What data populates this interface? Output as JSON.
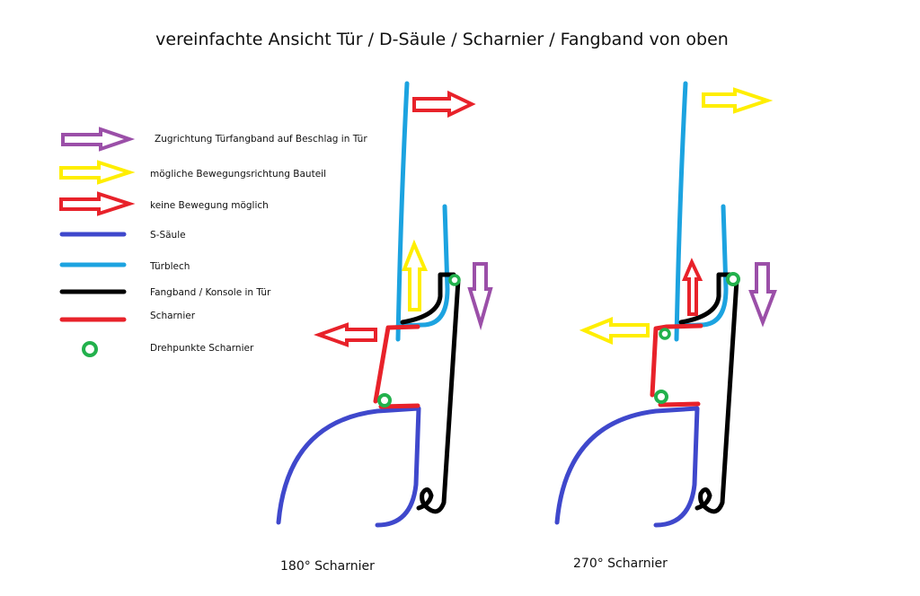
{
  "title": "vereinfachte Ansicht Tür / D-Säule / Scharnier / Fangband von oben",
  "colors": {
    "purple": "#9b4fa8",
    "yellow": "#ffee00",
    "red": "#e8222a",
    "s_saeule": "#3f48cc",
    "tuerblech": "#1ca3e0",
    "fangband": "#000000",
    "drehpunkt": "#22b14c"
  },
  "legend": [
    {
      "label": "Zugrichtung Türfangband auf Beschlag in Tür",
      "icon": "purple-arrow-icon"
    },
    {
      "label": "mögliche Bewegungsrichtung Bauteil",
      "icon": "yellow-arrow-icon"
    },
    {
      "label": "keine Bewegung möglich",
      "icon": "red-arrow-icon"
    },
    {
      "label": "S-Säule",
      "icon": "dark-blue-line-icon"
    },
    {
      "label": "Türblech",
      "icon": "light-blue-line-icon"
    },
    {
      "label": "Fangband / Konsole in Tür",
      "icon": "black-line-icon"
    },
    {
      "label": "Scharnier",
      "icon": "red-line-icon"
    },
    {
      "label": "Drehpunkte Scharnier",
      "icon": "green-circle-icon"
    }
  ],
  "diagrams": [
    {
      "caption": "180° Scharnier"
    },
    {
      "caption": "270° Scharnier"
    }
  ]
}
